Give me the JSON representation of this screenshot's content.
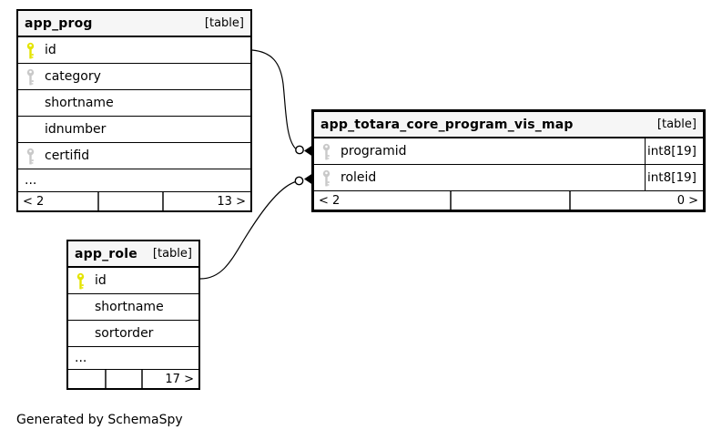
{
  "diagram": {
    "generated_by": "Generated by SchemaSpy",
    "colors": {
      "primary_key_icon": "#e4e400",
      "foreign_key_icon": "#c9c9c9",
      "table_header_bg": "#f6f6f6",
      "border": "#000000",
      "footer_divider": "#474747"
    }
  },
  "tables": {
    "app_prog": {
      "title": "app_prog",
      "tag": "[table]",
      "columns": [
        {
          "name": "id",
          "key": "primary"
        },
        {
          "name": "category",
          "key": "foreign"
        },
        {
          "name": "shortname",
          "key": ""
        },
        {
          "name": "idnumber",
          "key": ""
        },
        {
          "name": "certifid",
          "key": "foreign"
        }
      ],
      "ellipsis": "...",
      "footer": {
        "left": "< 2",
        "middle": "",
        "right": "13 >"
      }
    },
    "app_totara_core_program_vis_map": {
      "title": "app_totara_core_program_vis_map",
      "tag": "[table]",
      "columns": [
        {
          "name": "programid",
          "key": "foreign",
          "type": "int8[19]"
        },
        {
          "name": "roleid",
          "key": "foreign",
          "type": "int8[19]"
        }
      ],
      "footer": {
        "left": "< 2",
        "middle": "",
        "right": "0 >"
      }
    },
    "app_role": {
      "title": "app_role",
      "tag": "[table]",
      "columns": [
        {
          "name": "id",
          "key": "primary"
        },
        {
          "name": "shortname",
          "key": ""
        },
        {
          "name": "sortorder",
          "key": ""
        }
      ],
      "ellipsis": "...",
      "footer": {
        "left": "",
        "middle": "",
        "right": "17 >"
      }
    }
  },
  "relationships": [
    {
      "from": "app_prog.id",
      "to": "app_totara_core_program_vis_map.programid"
    },
    {
      "from": "app_role.id",
      "to": "app_totara_core_program_vis_map.roleid"
    }
  ]
}
